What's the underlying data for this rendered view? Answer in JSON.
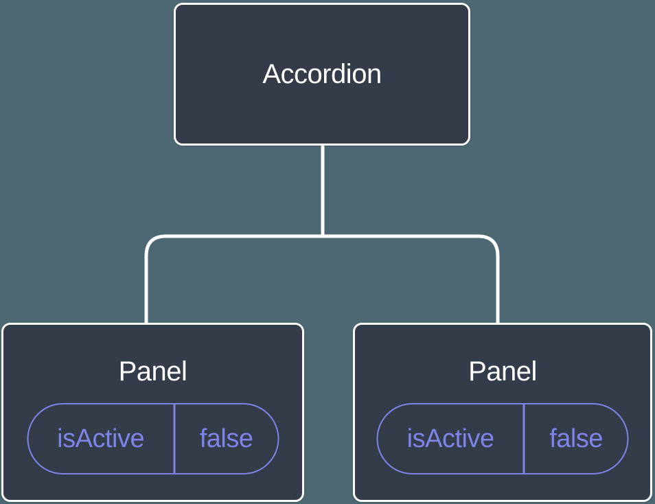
{
  "diagram": {
    "root": {
      "label": "Accordion"
    },
    "panels": [
      {
        "label": "Panel",
        "state_key": "isActive",
        "state_value": "false"
      },
      {
        "label": "Panel",
        "state_key": "isActive",
        "state_value": "false"
      }
    ],
    "colors": {
      "background": "#4D6872",
      "node_fill": "#343B49",
      "node_border": "#FFFFFF",
      "title_text": "#FFFFFF",
      "state_accent": "#7F85E8",
      "connector": "#FFFFFF"
    }
  }
}
